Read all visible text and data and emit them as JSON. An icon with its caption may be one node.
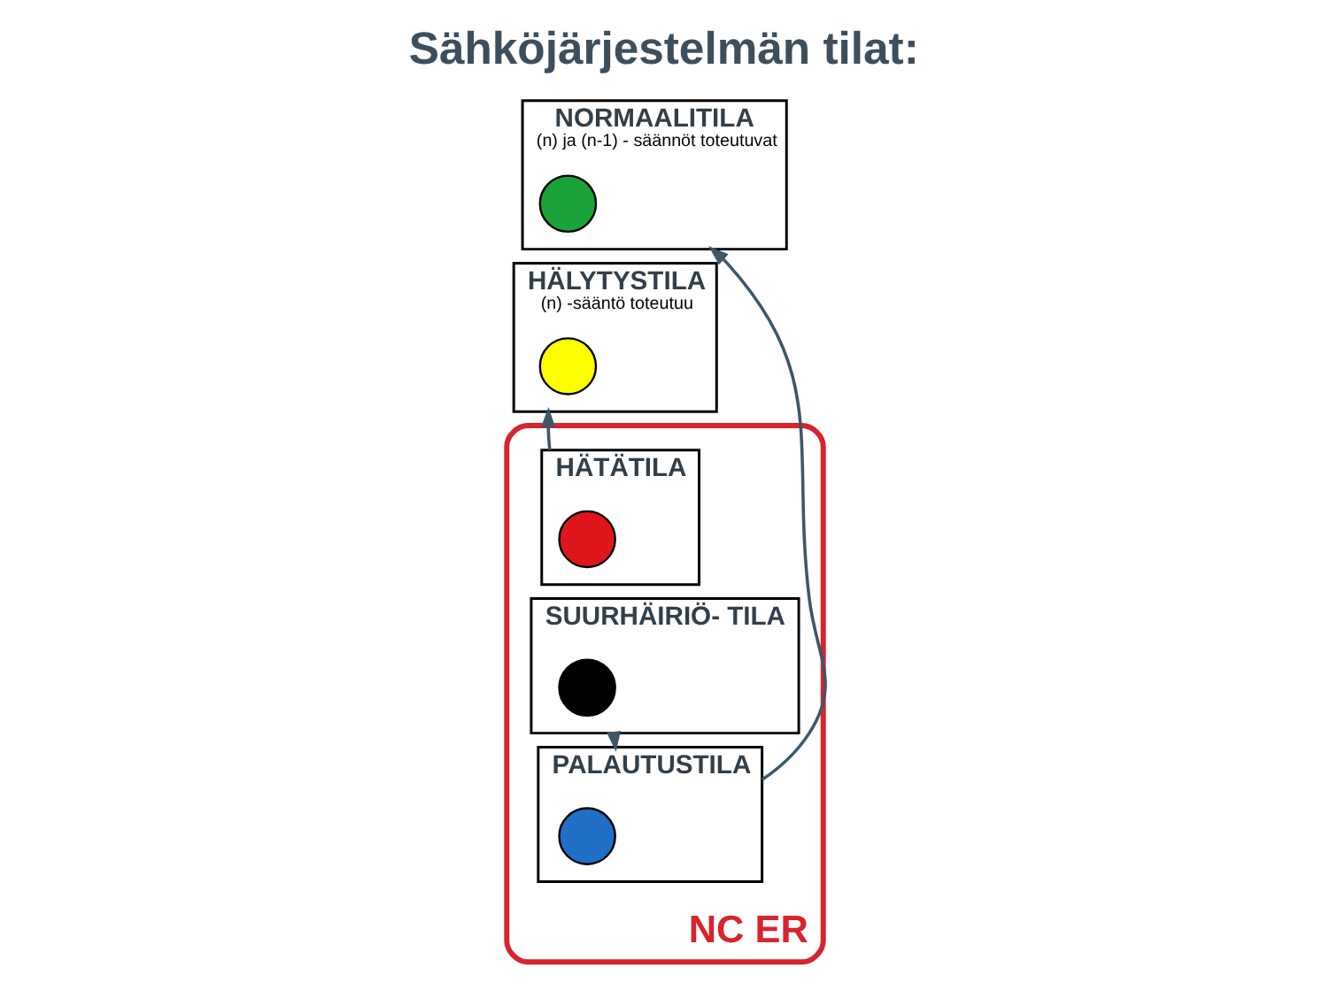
{
  "diagram": {
    "title": "Sähköjärjestelmän tilat:",
    "nodes": [
      {
        "text": [
          "NORMAALITILA",
          "(n) ja (n-1) - säännöt toteutuvat"
        ]
      },
      {
        "text": [],
        "shape": "circle",
        "in": 0
      },
      {
        "text": [
          "HÄLYTYSTILA",
          "(n) -sääntö toteutuu"
        ]
      },
      {
        "text": [],
        "shape": "circle",
        "in": 2
      },
      {
        "text": [
          "NC ER"
        ]
      },
      {
        "text": [
          "HÄTÄTILA"
        ],
        "in": 4
      },
      {
        "text": [],
        "shape": "circle",
        "in": 5
      },
      {
        "text": [
          "SUURHÄIRIÖ- TILA"
        ],
        "in": 4
      },
      {
        "text": [],
        "shape": "circle",
        "in": 7
      },
      {
        "text": [
          "PALAUTUSTILA"
        ],
        "in": 4
      },
      {
        "text": [],
        "shape": "circle",
        "in": 9
      }
    ],
    "edges": [
      {
        "from": 5,
        "to": 2,
        "arrow": "to"
      },
      {
        "from": 9,
        "to": 0,
        "arrow": "to"
      },
      {
        "from": 7,
        "to": 9,
        "arrow": "to"
      }
    ]
  }
}
